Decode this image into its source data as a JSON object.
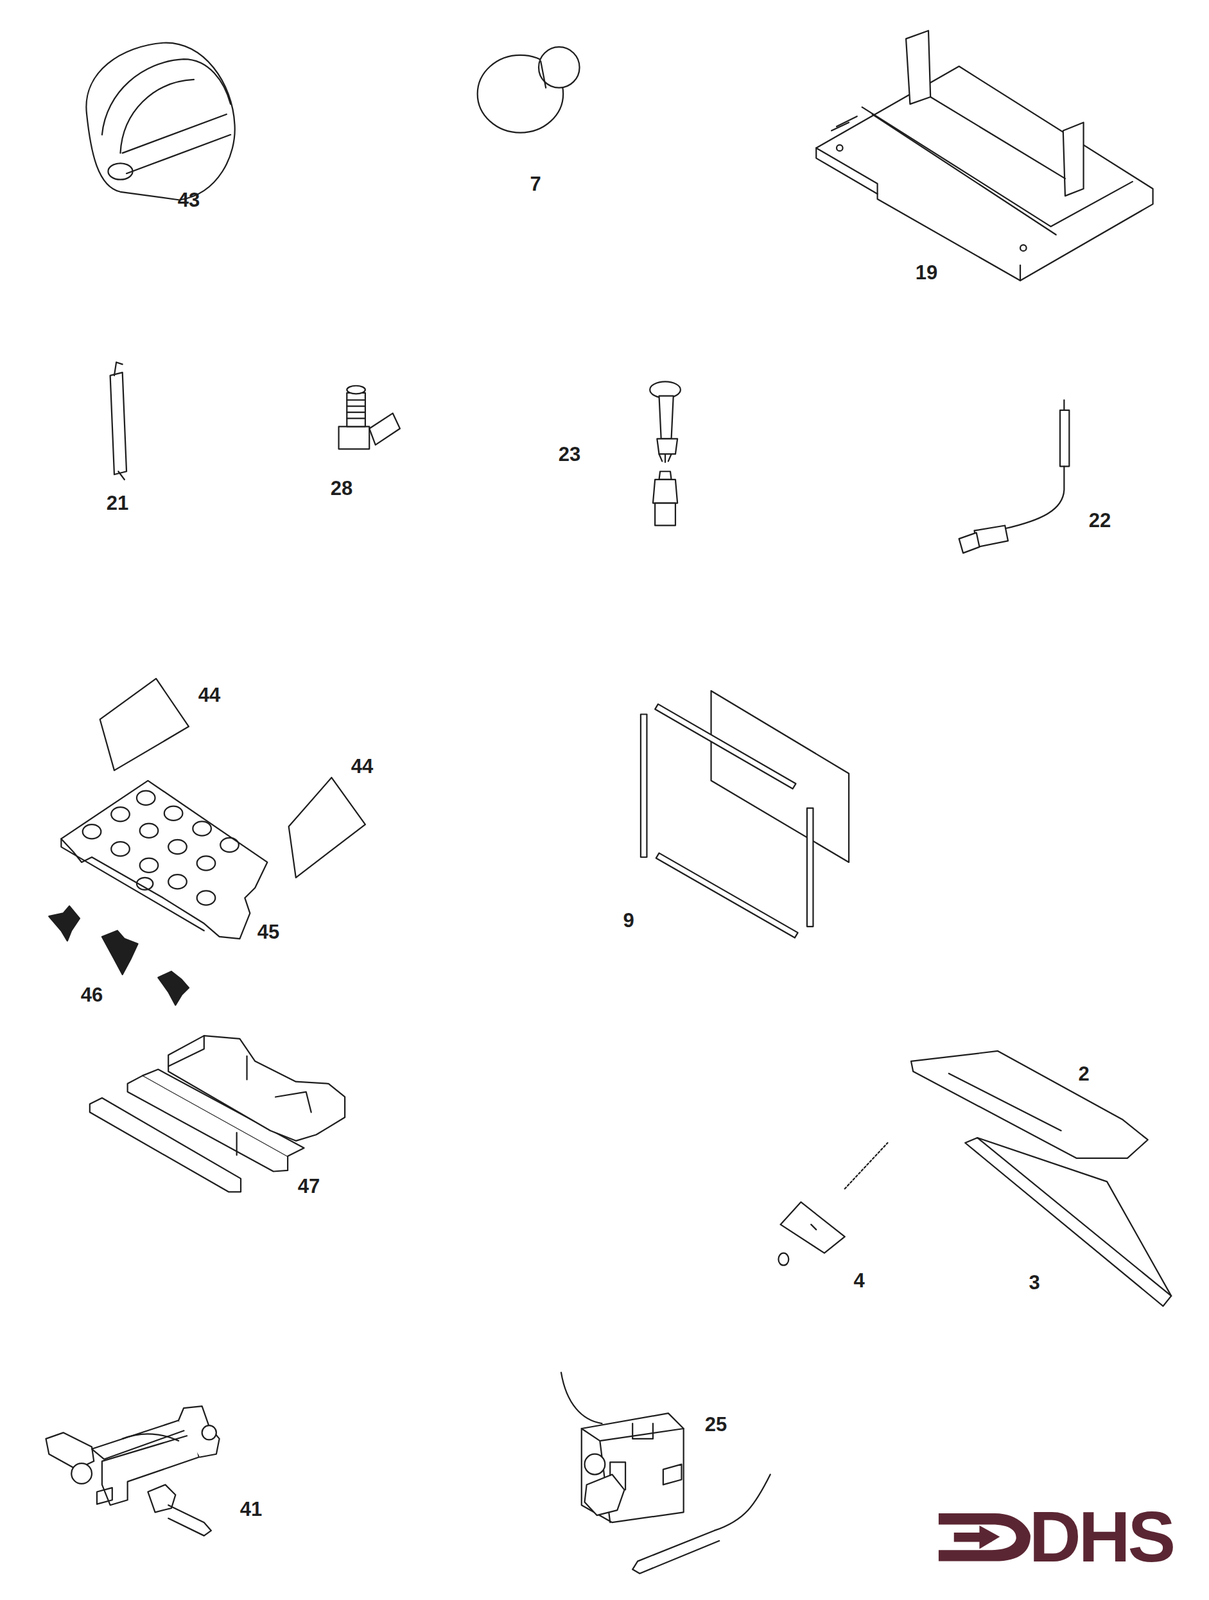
{
  "diagram": {
    "labels": [
      "43",
      "7",
      "19",
      "21",
      "28",
      "23",
      "22",
      "44",
      "44",
      "45",
      "9",
      "46",
      "2",
      "47",
      "4",
      "3",
      "25",
      "41",
      "DHS"
    ]
  }
}
